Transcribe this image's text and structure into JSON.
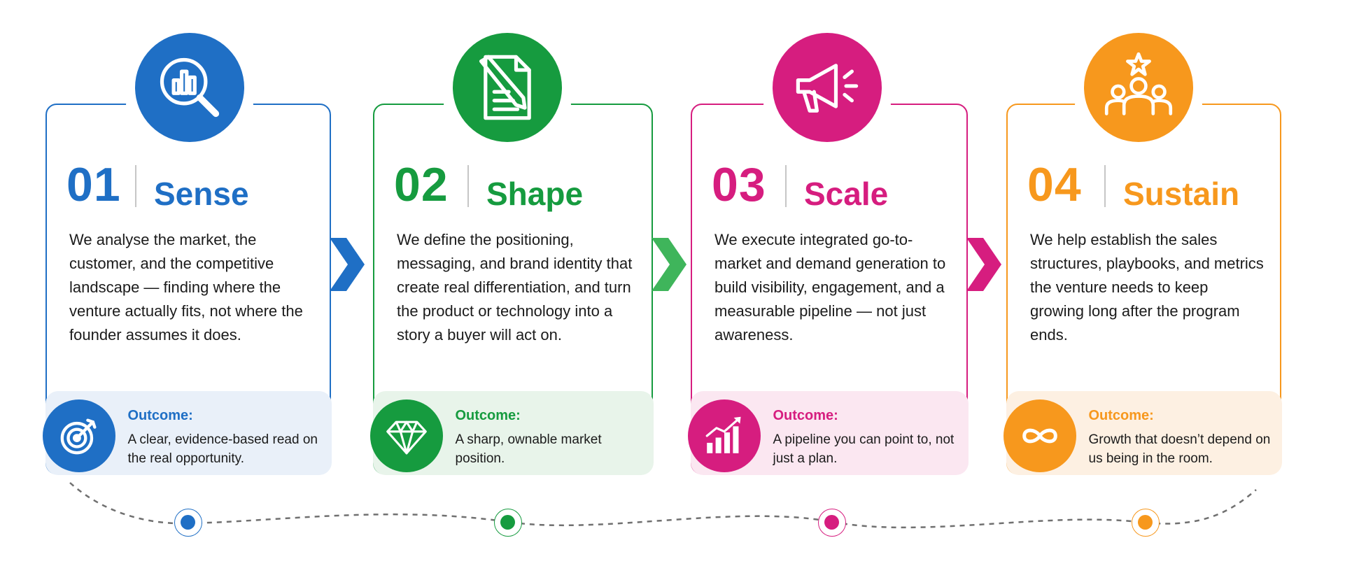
{
  "colors": {
    "blue": "#1f6fc5",
    "green": "#169b3f",
    "pink": "#d61d7f",
    "orange": "#f7981d"
  },
  "steps": [
    {
      "number": "01",
      "title": "Sense",
      "icon": "magnifier-chart-icon",
      "color": "#1f6fc5",
      "description": "We analyse the market, the customer, and the competitive landscape — finding where the venture actually fits, not where the founder assumes it does.",
      "outcome_label": "Outcome:",
      "outcome_icon": "target-icon",
      "outcome_text": "A clear, evidence-based read on the real opportunity."
    },
    {
      "number": "02",
      "title": "Shape",
      "icon": "document-pencil-icon",
      "color": "#169b3f",
      "description": "We define the positioning, messaging, and brand identity that create real differentiation, and turn the product or technology into a story a buyer will act on.",
      "outcome_label": "Outcome:",
      "outcome_icon": "diamond-icon",
      "outcome_text": "A sharp, ownable market position."
    },
    {
      "number": "03",
      "title": "Scale",
      "icon": "megaphone-icon",
      "color": "#d61d7f",
      "description": "We execute integrated go-to-market and demand generation to build visibility, engagement, and a measurable pipeline — not just awareness.",
      "outcome_label": "Outcome:",
      "outcome_icon": "growth-chart-icon",
      "outcome_text": "A pipeline you can point to, not just a plan."
    },
    {
      "number": "04",
      "title": "Sustain",
      "icon": "team-star-icon",
      "color": "#f7981d",
      "description": "We help establish the sales structures, playbooks, and metrics the venture needs to keep growing long after the program ends.",
      "outcome_label": "Outcome:",
      "outcome_icon": "infinity-icon",
      "outcome_text": "Growth that doesn’t depend on us being in the room."
    }
  ]
}
